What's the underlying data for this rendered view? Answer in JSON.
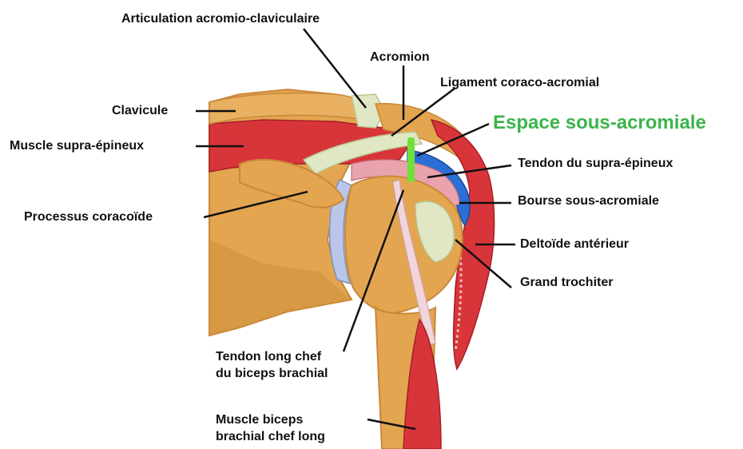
{
  "colors": {
    "background": "#ffffff",
    "label_text": "#111111",
    "highlight_label": "#3cb44b",
    "leader_line": "#111111",
    "bone": "#e3a54f",
    "bone_dark": "#c9873a",
    "muscle": "#d8353b",
    "muscle_dark": "#a51f25",
    "tendon": "#dfe7c4",
    "tendon_dark": "#b9c690",
    "bursa": "#2b6fd6",
    "cartilage": "#b9c6e8",
    "space_marker": "#6ee13a"
  },
  "labels": {
    "acromioclavicular_joint": "Articulation acromio-claviculaire",
    "acromion": "Acromion",
    "coracoacromial_ligament": "Ligament coraco-acromial",
    "clavicle": "Clavicule",
    "subacromial_space": "Espace sous-acromiale",
    "supraspinatus_muscle": "Muscle supra-épineux",
    "supraspinatus_tendon": "Tendon du supra-épineux",
    "subacromial_bursa": "Bourse sous-acromiale",
    "coracoid_process": "Processus coracoïde",
    "anterior_deltoid": "Deltoïde antérieur",
    "greater_tuberosity": "Grand trochiter",
    "biceps_long_head_tendon": [
      "Tendon long chef",
      "du biceps brachial"
    ],
    "biceps_long_head_muscle": [
      "Muscle biceps",
      "brachial chef long"
    ]
  }
}
